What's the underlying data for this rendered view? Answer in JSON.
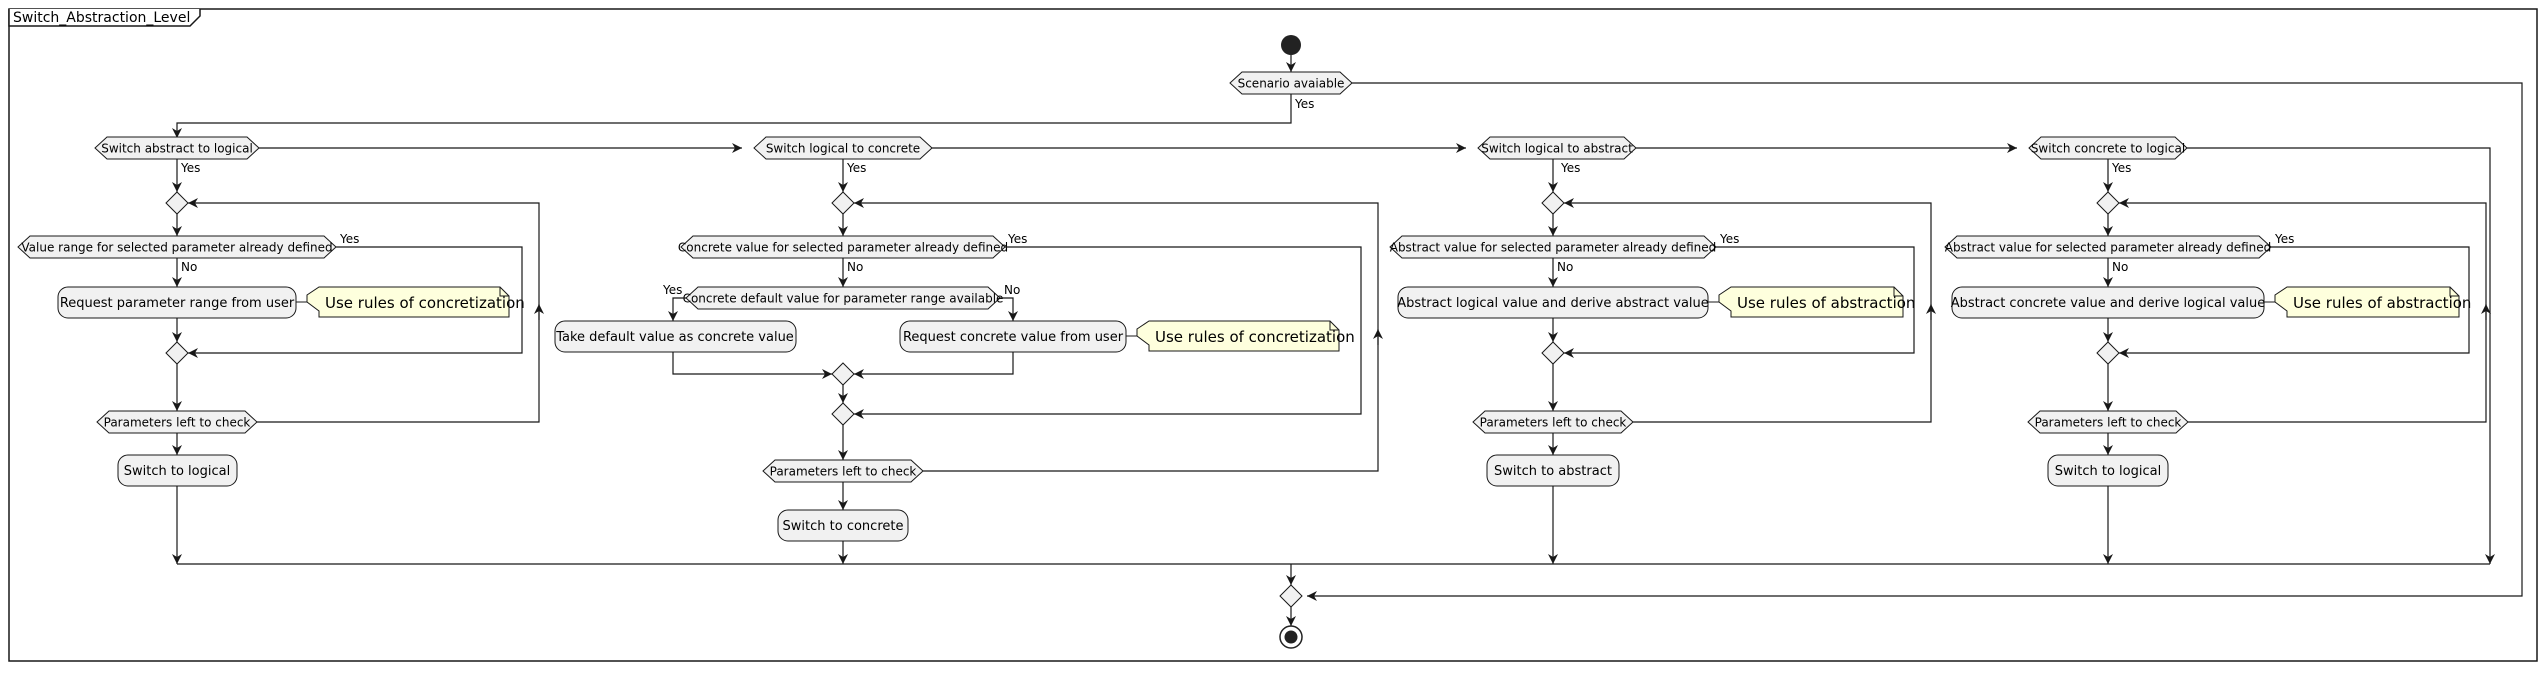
{
  "frame": {
    "title": "Switch_Abstraction_Level"
  },
  "colors": {
    "line": "#181818",
    "node_fill": "#F1F1F1",
    "note_fill": "#FEFFDD",
    "background": "#FFFFFF"
  },
  "top": {
    "condition": "Scenario avaiable",
    "yes_label": "Yes"
  },
  "branches": [
    {
      "condition": "Switch abstract to logical",
      "yes_label": "Yes",
      "check": "Value range for selected parameter already defined",
      "check_yes": "Yes",
      "check_no": "No",
      "action": "Request parameter range from user",
      "note": "Use rules of concretization",
      "loop_condition": "Parameters left to check",
      "final_action": "Switch to logical"
    },
    {
      "condition": "Switch logical to concrete",
      "yes_label": "Yes",
      "check": "Concrete value for selected parameter already defined",
      "check_yes": "Yes",
      "check_no": "No",
      "inner_check": "Concrete default value for parameter range available",
      "inner_yes": "Yes",
      "inner_no": "No",
      "inner_yes_action": "Take default value as concrete value",
      "inner_no_action": "Request concrete value from user",
      "note": "Use rules of concretization",
      "loop_condition": "Parameters left to check",
      "final_action": "Switch to concrete"
    },
    {
      "condition": "Switch logical to abstract",
      "yes_label": "Yes",
      "check": "Abstract value for selected parameter already defined",
      "check_yes": "Yes",
      "check_no": "No",
      "action": "Abstract logical value and derive abstract value",
      "note": "Use rules of abstraction",
      "loop_condition": "Parameters left to check",
      "final_action": "Switch to abstract"
    },
    {
      "condition": "Switch concrete to logical",
      "yes_label": "Yes",
      "check": "Abstract value for selected parameter already defined",
      "check_yes": "Yes",
      "check_no": "No",
      "action": "Abstract concrete value and derive logical value",
      "note": "Use rules of abstraction",
      "loop_condition": "Parameters left to check",
      "final_action": "Switch to logical"
    }
  ]
}
